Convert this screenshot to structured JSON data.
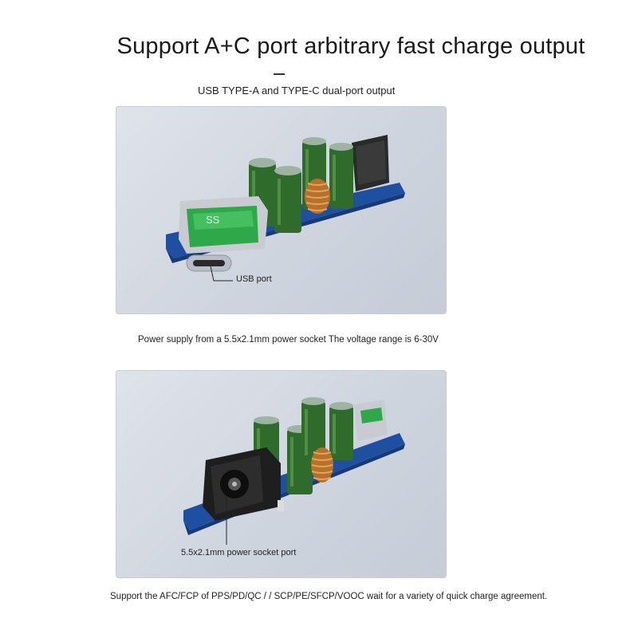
{
  "header": {
    "title": "Support A+C port arbitrary fast charge output",
    "subtitle": "USB TYPE-A and TYPE-C dual-port output"
  },
  "panel_top": {
    "callout": "USB port"
  },
  "panel_bottom": {
    "callout": "5.5x2.1mm power socket port"
  },
  "captions": {
    "power_supply": "Power supply from a 5.5x2.1mm power socket The voltage range is 6-30V",
    "protocols": "Support the AFC/FCP of PPS/PD/QC / / SCP/PE/SFCP/VOOC wait for a variety of quick charge agreement."
  },
  "colors": {
    "pcb": "#1f4fa0",
    "capacitor": "#2f6b2a",
    "usb_insert": "#2fa84a",
    "metal": "#c8ccd2",
    "panel_bg": "#d6dbe3"
  }
}
